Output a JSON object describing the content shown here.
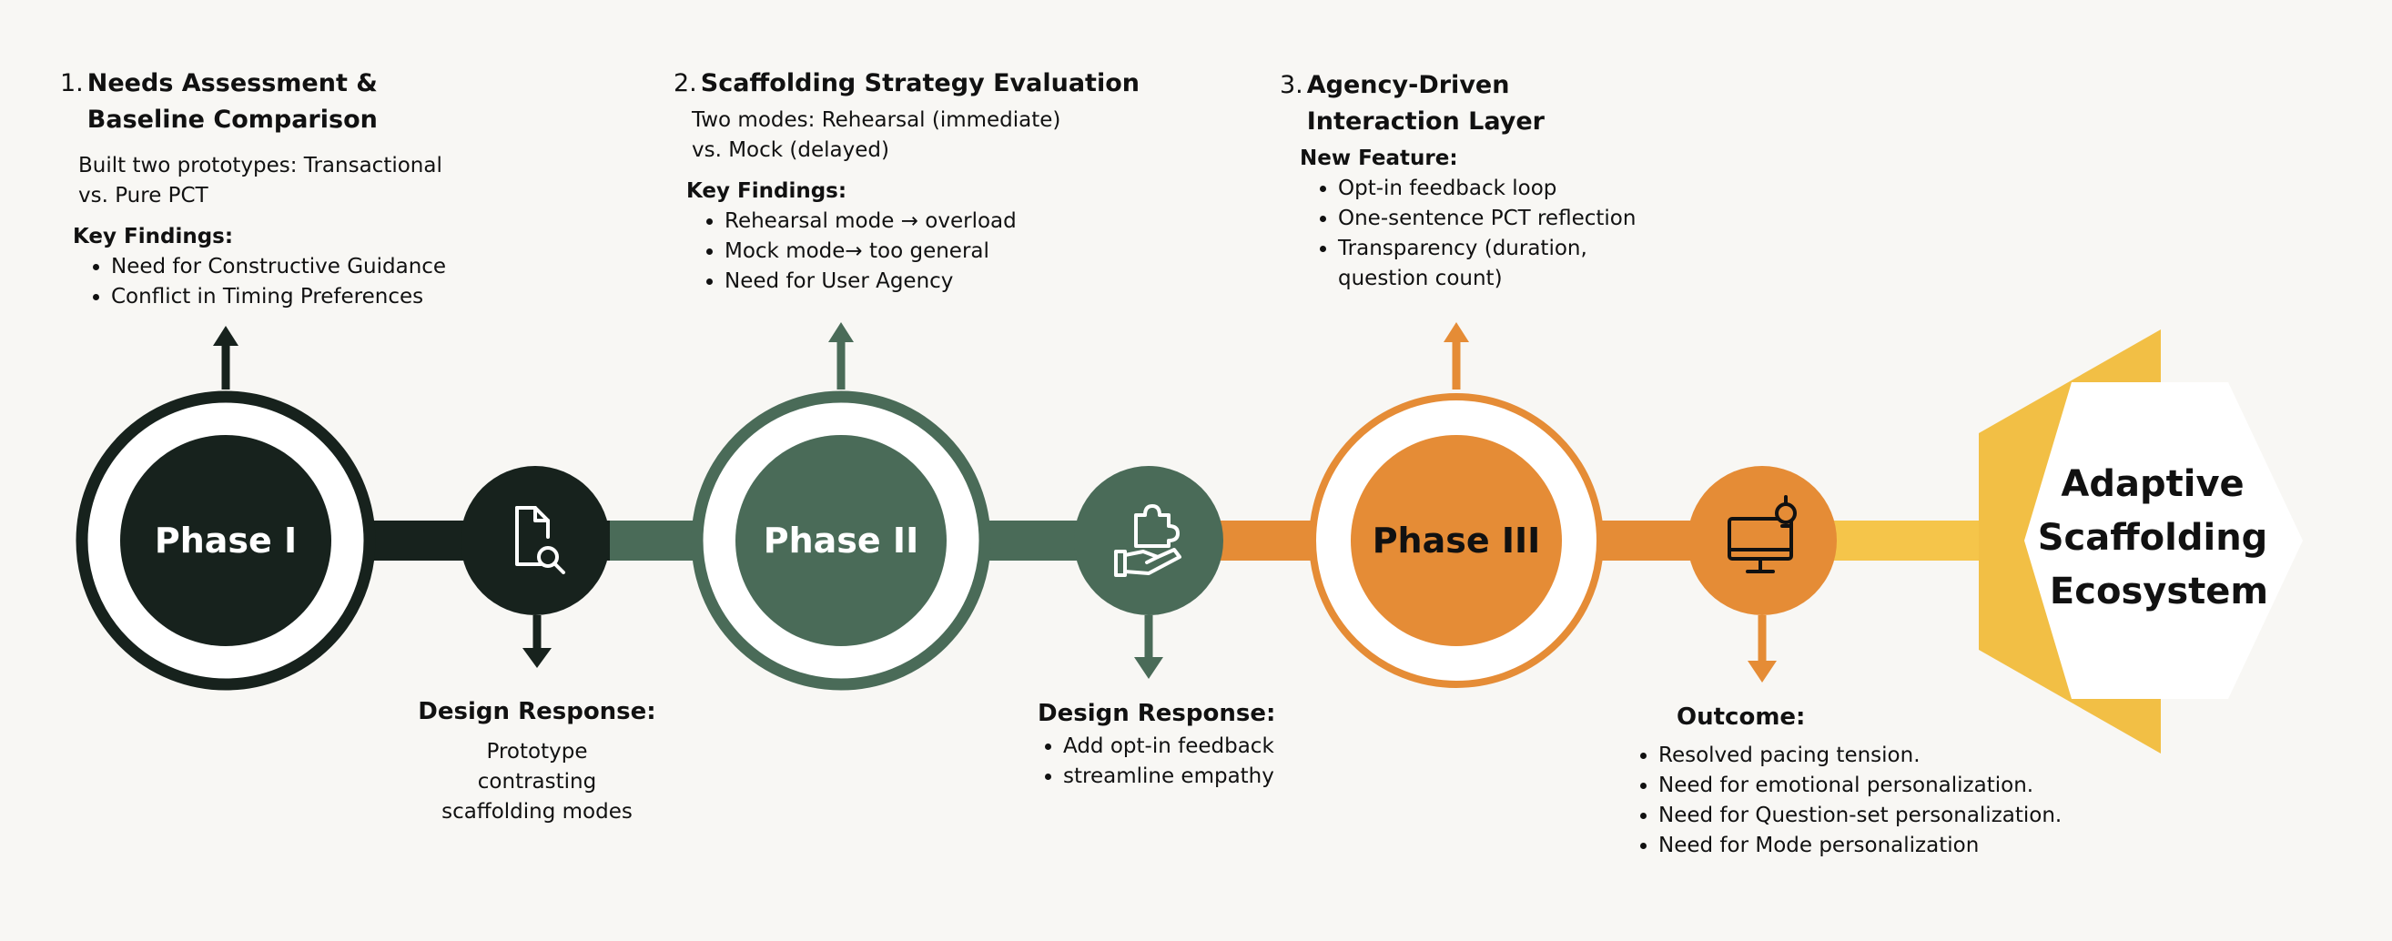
{
  "phases": [
    {
      "label": "Phase I",
      "number": "1.",
      "title": "Needs Assessment & Baseline Comparison",
      "description": "Built two prototypes: Transactional vs. Pure PCT",
      "findings_label": "Key Findings:",
      "findings": [
        "Need for Constructive Guidance",
        "Conflict in Timing Preferences"
      ],
      "color": "#17221d"
    },
    {
      "label": "Phase II",
      "number": "2.",
      "title": "Scaffolding Strategy Evaluation",
      "description": "Two modes: Rehearsal (immediate) vs. Mock (delayed)",
      "findings_label": "Key Findings:",
      "findings": [
        "Rehearsal mode → overload",
        "Mock mode→ too general",
        "Need for User Agency"
      ],
      "color": "#4a6b58"
    },
    {
      "label": "Phase III",
      "number": "3.",
      "title": "Agency-Driven Interaction Layer",
      "findings_label": "New Feature:",
      "findings": [
        "Opt-in feedback loop",
        "One-sentence PCT reflection",
        "Transparency (duration, question count)"
      ],
      "color": "#e58c36"
    }
  ],
  "responses": [
    {
      "icon": "document-search-icon",
      "label": "Design Response:",
      "text": "Prototype contrasting scaffolding modes"
    },
    {
      "icon": "hand-puzzle-icon",
      "label": "Design Response:",
      "items": [
        "Add opt-in feedback",
        "streamline empathy"
      ]
    },
    {
      "icon": "monitor-lightbulb-icon",
      "label": "Outcome:",
      "items": [
        "Resolved pacing tension.",
        "Need for emotional personalization.",
        "Need for Question-set personalization.",
        "Need for Mode personalization"
      ]
    }
  ],
  "endpoint": {
    "title": "Adaptive Scaffolding Ecosystem",
    "color": "#f2bf45"
  }
}
